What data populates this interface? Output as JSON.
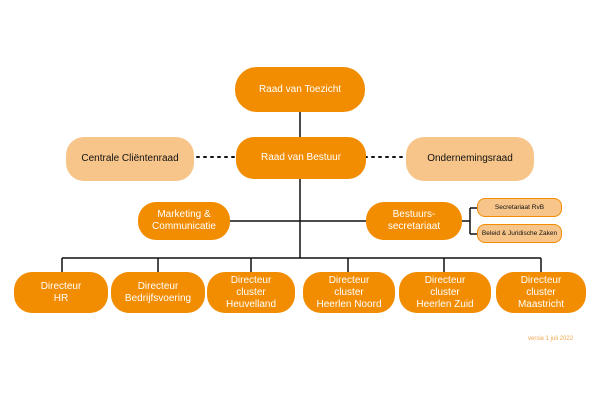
{
  "colors": {
    "primary": "#f28c00",
    "light": "#f7c58a",
    "line": "#111111"
  },
  "nodes": {
    "raad_van_toezicht": "Raad van Toezicht",
    "raad_van_bestuur": "Raad van Bestuur",
    "centrale_clientenraad": "Centrale Cliëntenraad",
    "ondernemingsraad": "Ondernemingsraad",
    "marketing": "Marketing &\nCommunicatie",
    "bestuurssecretariaat": "Bestuurs-\nsecretariaat",
    "secretariaat_rvb": "Secretariaat RvB",
    "beleid_juridische": "Beleid & Juridische Zaken",
    "directeurs": [
      "Directeur\nHR",
      "Directeur\nBedrijfsvoering",
      "Directeur\ncluster\nHeuvelland",
      "Directeur\ncluster\nHeerlen Noord",
      "Directeur\ncluster\nHeerlen Zuid",
      "Directeur\ncluster\nMaastricht"
    ]
  },
  "version_label": "versie 1 juli 2022"
}
